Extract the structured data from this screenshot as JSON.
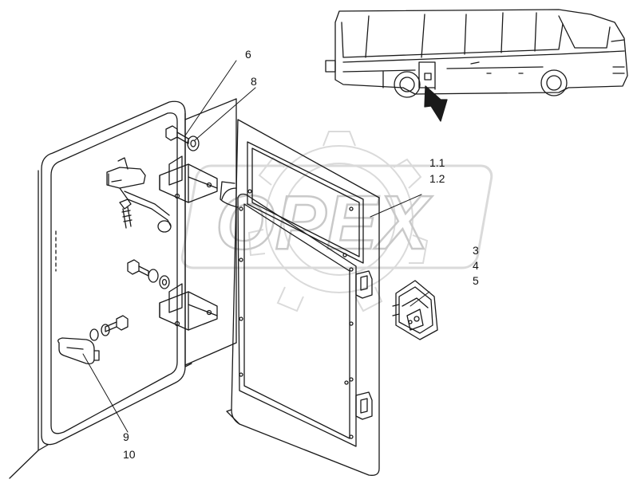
{
  "watermark": {
    "text": "OPEX"
  },
  "callouts": {
    "c6": "6",
    "c8": "8",
    "c1_1": "1.1",
    "c1_2": "1.2",
    "c3": "3",
    "c4": "4",
    "c5": "5",
    "c9": "9",
    "c10": "10"
  },
  "colors": {
    "line": "#1a1a1a",
    "watermark": "#cfcfcf",
    "shade": "#9a9a9a"
  }
}
